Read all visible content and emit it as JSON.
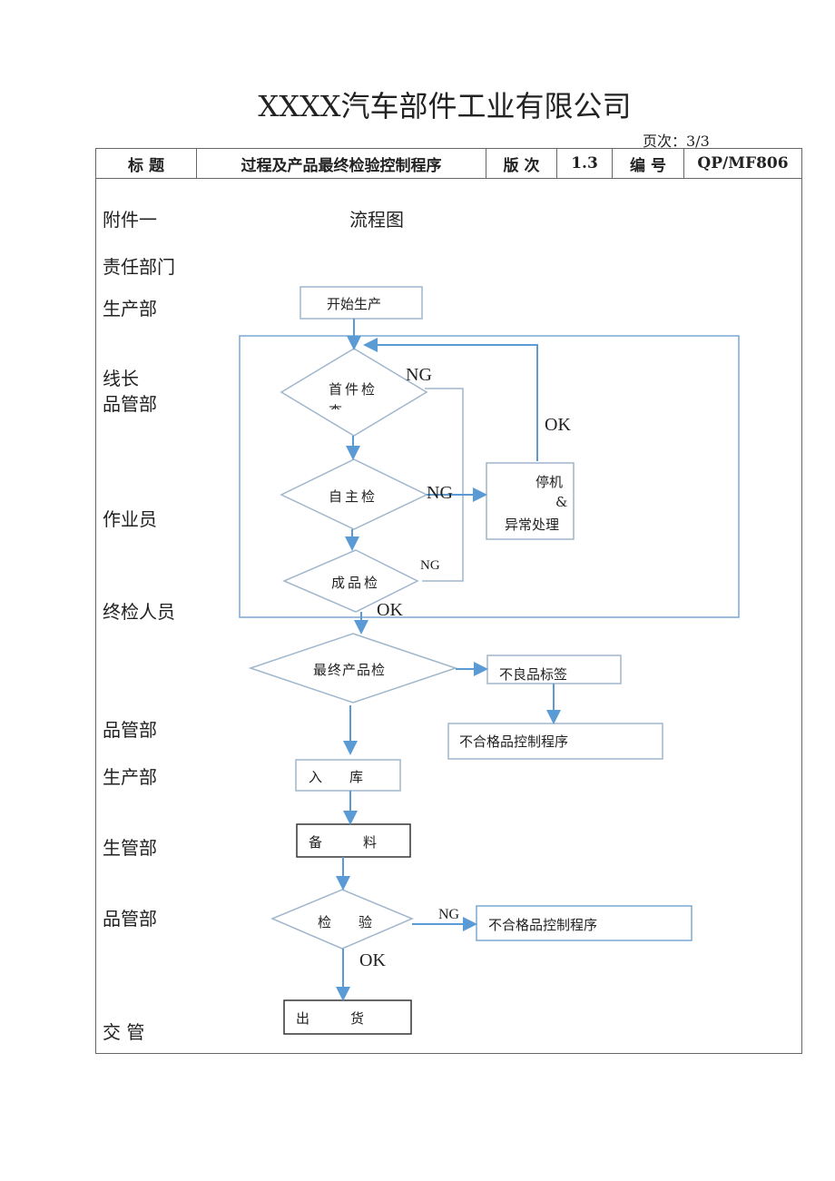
{
  "header": {
    "company": "XXXX汽车部件工业有限公司",
    "page_no": "页次：3/3"
  },
  "table": {
    "title_label": "标 题",
    "title_value": "过程及产品最终检验控制程序",
    "version_label": "版 次",
    "version_value": "1.3",
    "code_label": "编 号",
    "code_value": "QP/MF806"
  },
  "attachment": "附件一",
  "diagram_title": "流程图",
  "departments": {
    "header": "责任部门",
    "d1": "生产部",
    "d2a": "线长",
    "d2b": "品管部",
    "d3": "作业员",
    "d4": "终检人员",
    "d5": "品管部",
    "d6": "生产部",
    "d7": "生管部",
    "d8": "品管部",
    "d9": "交 管"
  },
  "flow": {
    "start": "开始生产",
    "first_check": "首件检",
    "first_check_cut": "查",
    "self_check": "自主检",
    "product_check": "成品检",
    "stop_a": "停机",
    "stop_b": "&",
    "stop_c": "异常处理",
    "final_check": "最终产品检",
    "bad_label": "不良品标签",
    "nc_proc1": "不合格品控制程序",
    "storage": "入　　库",
    "prep": "备　　　料",
    "inspect": "检　　验",
    "nc_proc2": "不合格品控制程序",
    "ship": "出　　　货",
    "ng1": "NG",
    "ng2": "NG",
    "ng3": "NG",
    "ng4": "NG",
    "ok1": "OK",
    "ok2": "OK",
    "ok3": "OK"
  },
  "colors": {
    "arrow": "#5b9bd5",
    "shape": "#a9bfd0"
  }
}
